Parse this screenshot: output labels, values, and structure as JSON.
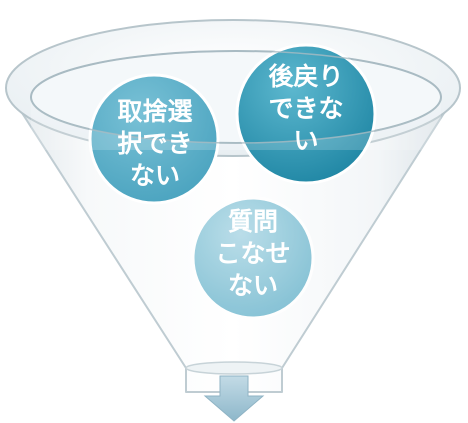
{
  "diagram": {
    "type": "funnel",
    "items": [
      {
        "id": "toshasentaku",
        "lines": [
          "取捨選",
          "択でき",
          "ない"
        ]
      },
      {
        "id": "atomodori",
        "lines": [
          "後戻り",
          "できな",
          "い"
        ]
      },
      {
        "id": "shitsumon",
        "lines": [
          "質問",
          "こなせ",
          "ない"
        ]
      }
    ],
    "colors": {
      "funnel_outline": "#b8c6cc",
      "funnel_fill": "#f1f5f7",
      "circle_dark": "#2f97b4",
      "circle_light": "#89c6d8",
      "arrow": "#9fc4d6"
    }
  }
}
